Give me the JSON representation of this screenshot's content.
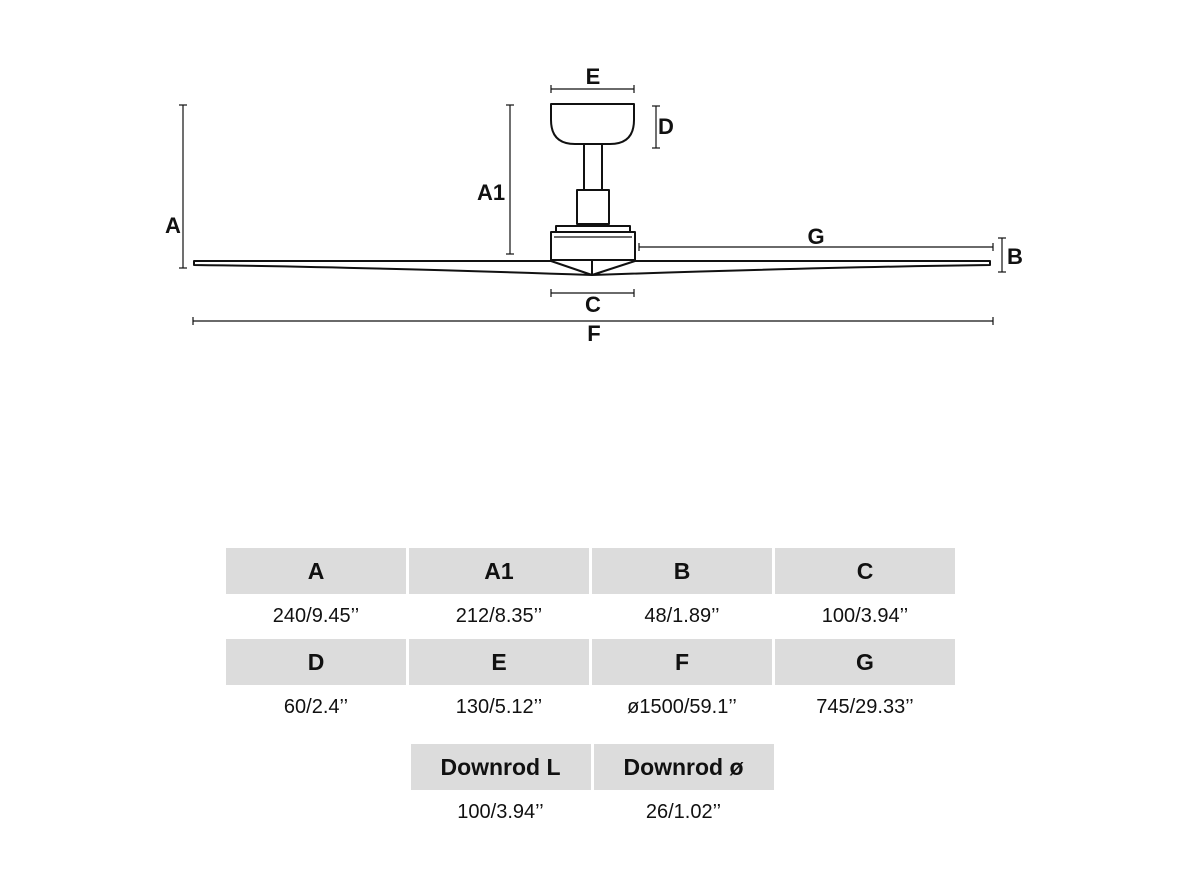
{
  "diagram": {
    "labels": {
      "A": "A",
      "A1": "A1",
      "B": "B",
      "C": "C",
      "D": "D",
      "E": "E",
      "F": "F",
      "G": "G"
    },
    "line_color": "#111111"
  },
  "table": {
    "header_bg": "#dcdcdc",
    "rows": [
      [
        {
          "label": "A",
          "value": "240/9.45’’"
        },
        {
          "label": "A1",
          "value": "212/8.35’’"
        },
        {
          "label": "B",
          "value": "48/1.89’’"
        },
        {
          "label": "C",
          "value": "100/3.94’’"
        }
      ],
      [
        {
          "label": "D",
          "value": "60/2.4’’"
        },
        {
          "label": "E",
          "value": "130/5.12’’"
        },
        {
          "label": "F",
          "value": "ø1500/59.1’’"
        },
        {
          "label": "G",
          "value": "745/29.33’’"
        }
      ],
      [
        {
          "label": "Downrod L",
          "value": "100/3.94’’"
        },
        {
          "label": "Downrod ø",
          "value": "26/1.02’’"
        }
      ]
    ]
  }
}
